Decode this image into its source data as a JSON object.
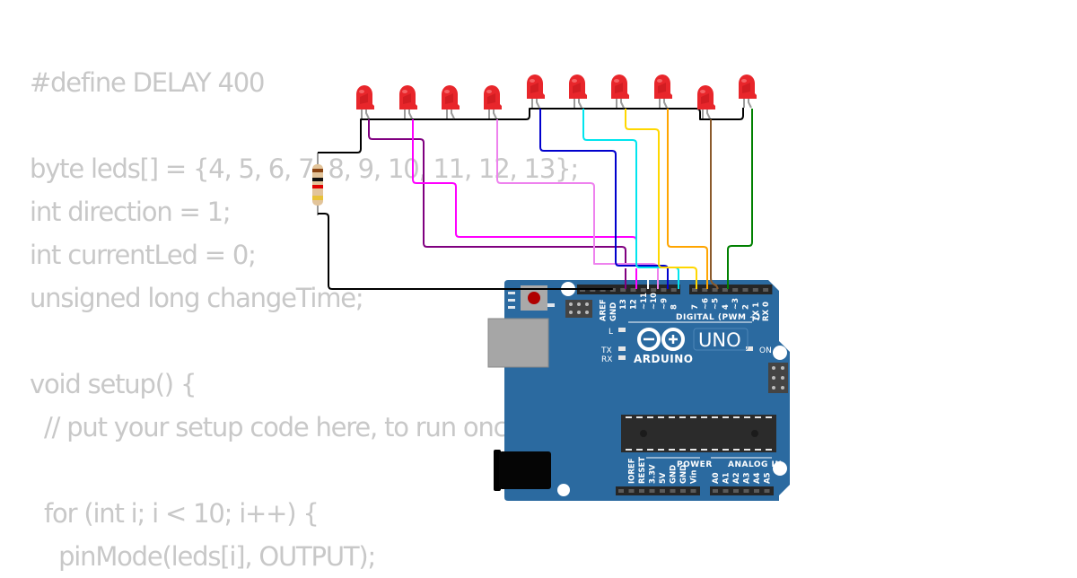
{
  "code_lines": [
    "#define DELAY 400",
    "",
    "byte leds[] = {4, 5, 6, 7, 8, 9, 10, 11, 12, 13};",
    "int direction = 1;",
    "int currentLed = 0;",
    "unsigned long changeTime;",
    "",
    "void setup() {",
    "  // put your setup code here, to run once:",
    "",
    "  for (int i; i < 10; i++) {",
    "    pinMode(leds[i], OUTPUT);"
  ],
  "board": {
    "name": "ARDUINO",
    "model": "UNO",
    "color": "#2b6aa0",
    "digital_header_label": "DIGITAL (PWM ~)",
    "power_header_label": "POWER",
    "analog_header_label": "ANALOG IN",
    "digital_pins": [
      "AREF",
      "GND",
      "13",
      "12",
      "~11",
      "~10",
      "~9",
      "8",
      "7",
      "~6",
      "~5",
      "4",
      "~3",
      "2",
      "TX 1",
      "RX 0"
    ],
    "power_pins": [
      "IOREF",
      "RESET",
      "3.3V",
      "5V",
      "GND",
      "GND",
      "Vin"
    ],
    "analog_pins": [
      "A0",
      "A1",
      "A2",
      "A3",
      "A4",
      "A5"
    ],
    "led_labels": {
      "l": "L",
      "tx": "TX",
      "rx": "RX",
      "on": "ON"
    }
  },
  "leds": {
    "count": 10,
    "color": "#e8262b"
  },
  "resistor": {
    "bands": [
      "#8b4513",
      "#111111",
      "#e00000",
      "#e8c23a"
    ]
  },
  "wires": [
    {
      "name": "gnd-wire",
      "color": "#000000",
      "pin": "GND"
    },
    {
      "name": "led1-wire",
      "color": "#800080",
      "pin": "13"
    },
    {
      "name": "led2-wire",
      "color": "#ff00ff",
      "pin": "12"
    },
    {
      "name": "led3-wire",
      "color": "#ffffff",
      "pin": "~11"
    },
    {
      "name": "led4-wire",
      "color": "#ee82ee",
      "pin": "~10"
    },
    {
      "name": "led5-wire",
      "color": "#0000cd",
      "pin": "~9"
    },
    {
      "name": "led6-wire",
      "color": "#00e5ee",
      "pin": "8"
    },
    {
      "name": "led7-wire",
      "color": "#ffd700",
      "pin": "7"
    },
    {
      "name": "led8-wire",
      "color": "#ffa500",
      "pin": "~6"
    },
    {
      "name": "led9-wire",
      "color": "#8b5a2b",
      "pin": "~5"
    },
    {
      "name": "led10-wire",
      "color": "#008000",
      "pin": "4"
    }
  ]
}
